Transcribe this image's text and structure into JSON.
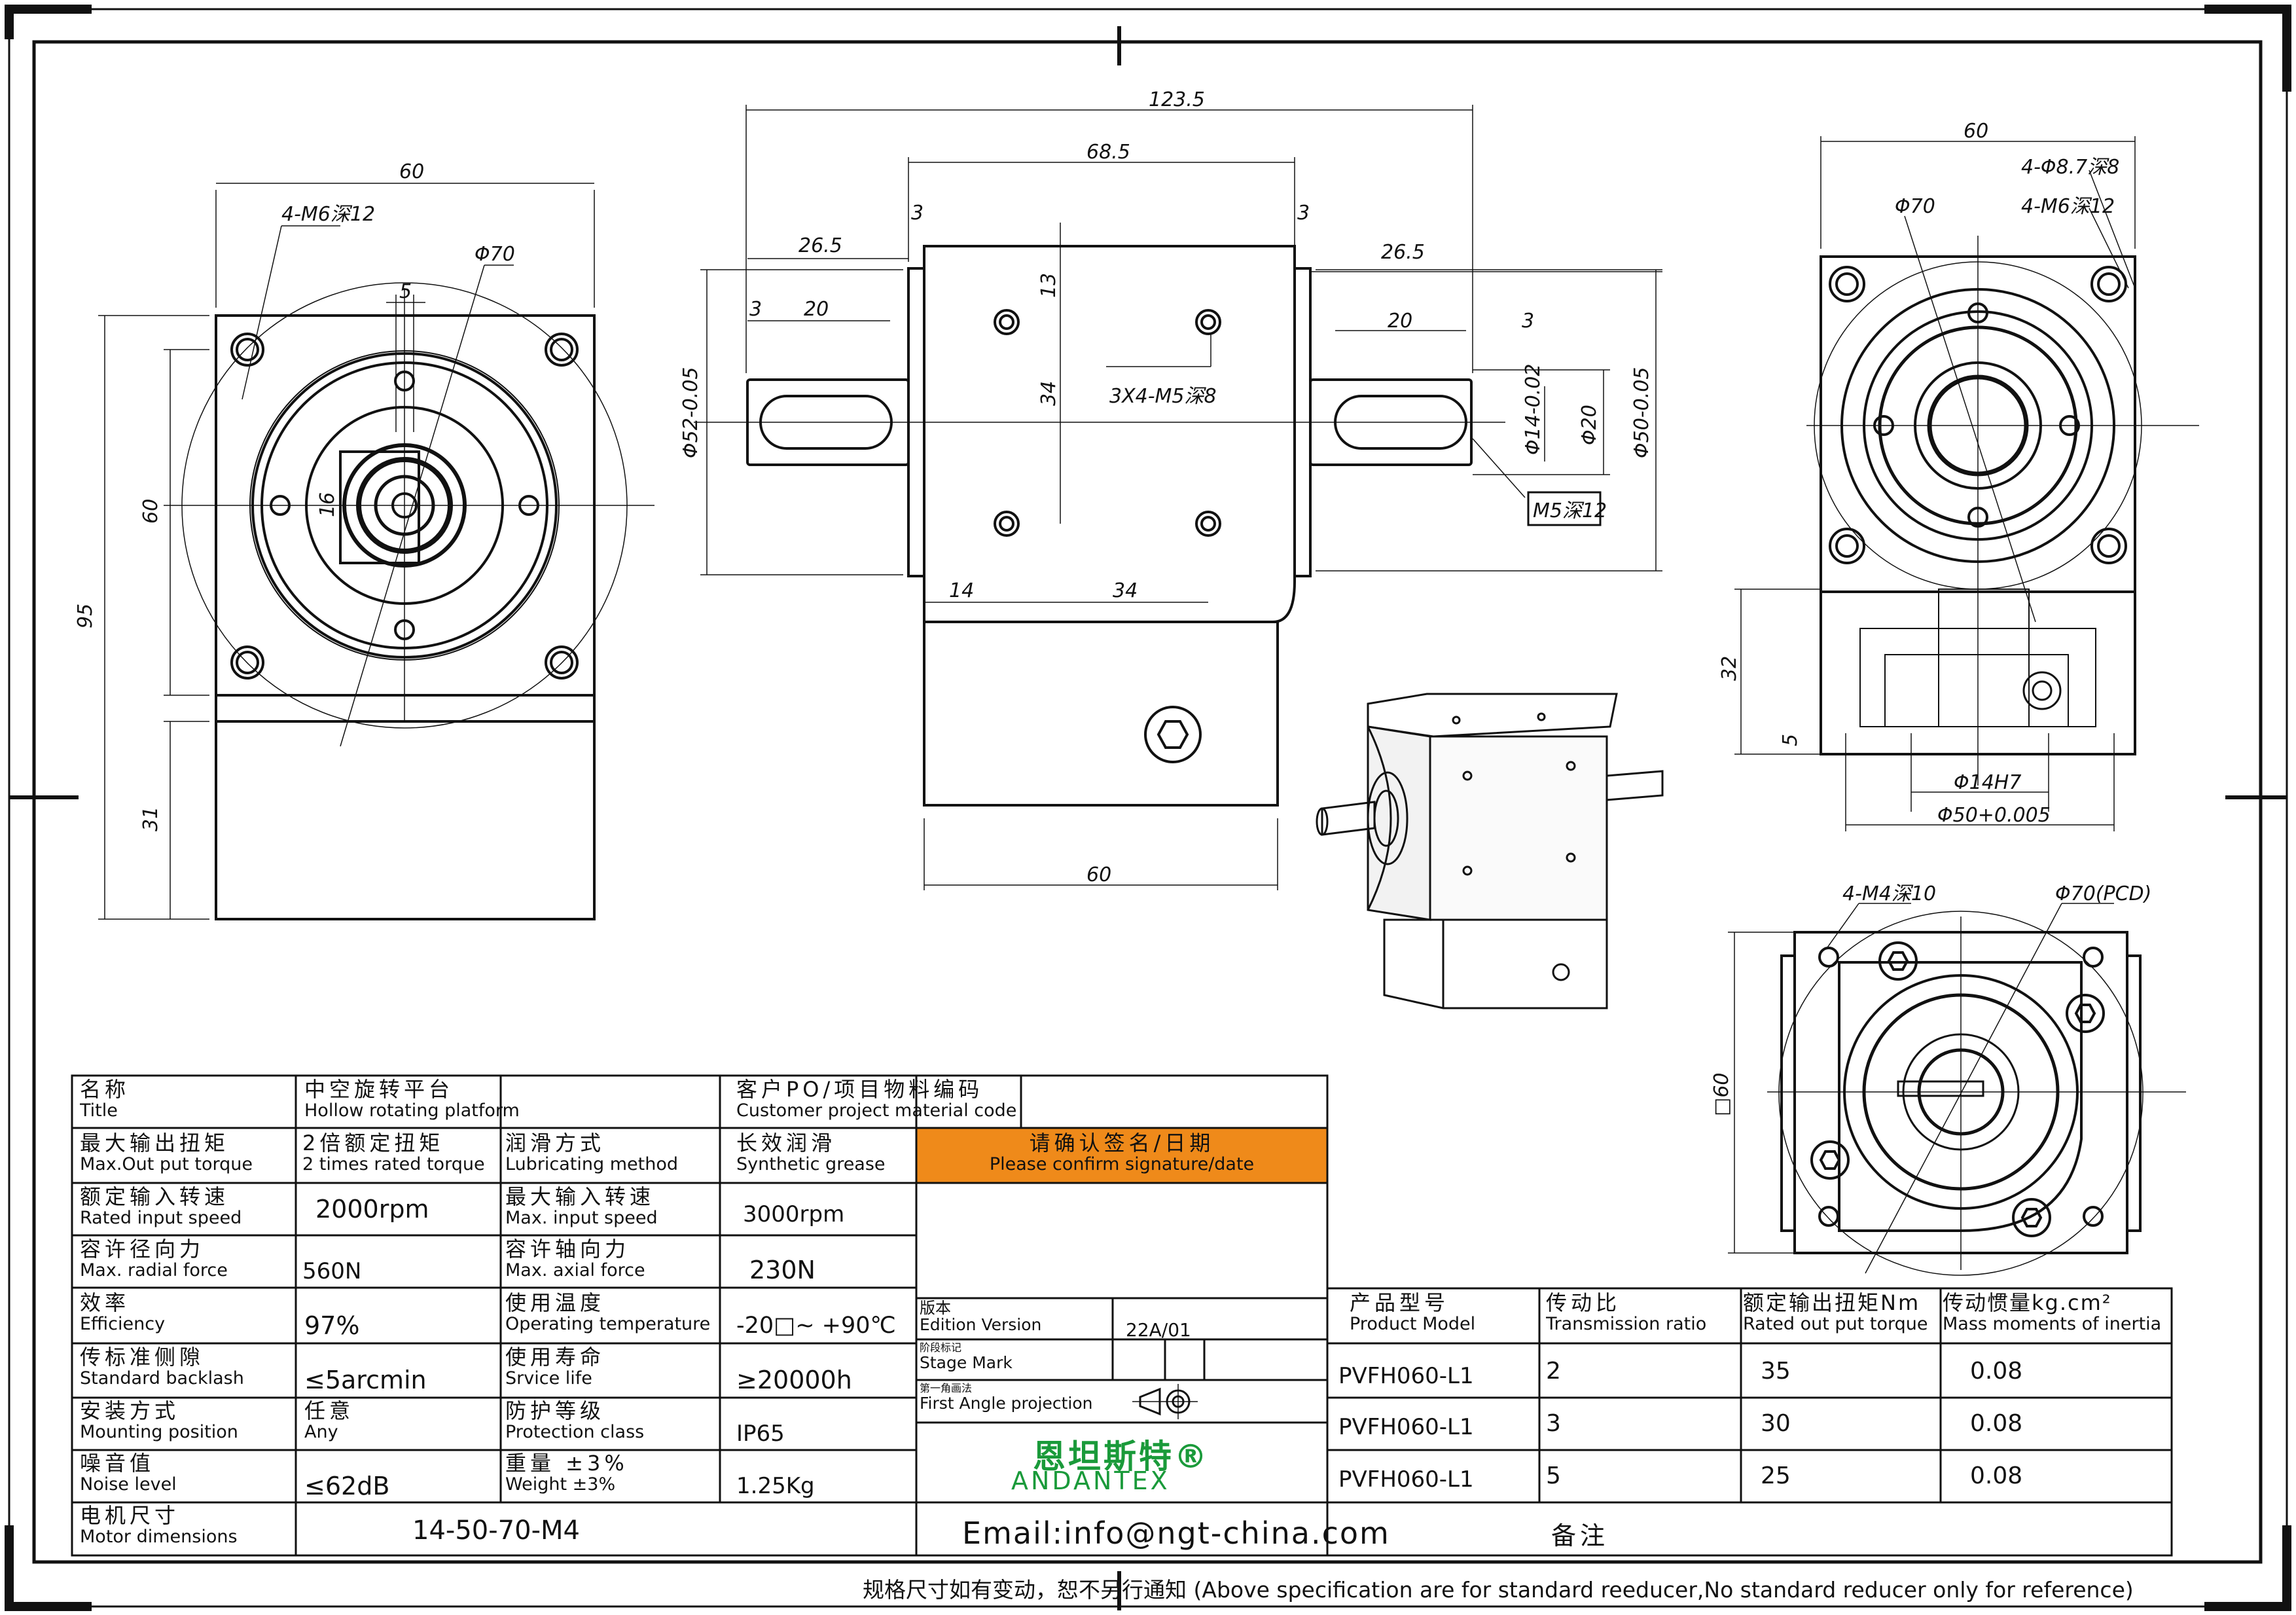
{
  "dims": {
    "front_width": "60",
    "front_m6": "4-M6深12",
    "front_d70": "Φ70",
    "front_5": "5",
    "front_60v": "60",
    "front_16": "16",
    "front_95": "95",
    "front_31": "31",
    "side_1235": "123.5",
    "side_685": "68.5",
    "side_3a": "3",
    "side_3b": "3",
    "side_265a": "26.5",
    "side_265b": "26.5",
    "side_3c": "3",
    "side_20a": "20",
    "side_20b": "20",
    "side_3d": "3",
    "side_13": "13",
    "side_34v": "34",
    "side_3x4": "3X4-M5深8",
    "side_14": "14",
    "side_34h": "34",
    "side_60": "60",
    "side_d52": "Φ52-0.05",
    "side_d14": "Φ14-0.02",
    "side_d20": "Φ20",
    "side_d50": "Φ50-0.05",
    "side_m5": "M5深12",
    "top_60": "60",
    "top_d87": "4-Φ8.7深8",
    "top_m6": "4-M6深12",
    "top_d70": "Φ70",
    "top_32": "32",
    "top_5": "5",
    "top_d14h7": "Φ14H7",
    "top_d50": "Φ50+0.005",
    "bot_m4": "4-M4深10",
    "bot_pcd": "Φ70(PCD)",
    "bot_sq60": "□60"
  },
  "specs": [
    {
      "zh1": "名称",
      "en1": "Title",
      "zh2": "中空旋转平台",
      "en2": "Hollow rotating platform",
      "zh3": "客户PO/项目物料编码",
      "en3": "Customer project material code",
      "v3": ""
    },
    {
      "zh1": "最大输出扭矩",
      "en1": "Max.Out put torque",
      "zh2": "2倍额定扭矩",
      "en2": "2 times rated torque",
      "zh3": "润滑方式",
      "en3": "Lubricating method",
      "zh4": "长效润滑",
      "en4": "Synthetic grease"
    },
    {
      "zh1": "额定输入转速",
      "en1": "Rated input speed",
      "v2": "2000rpm",
      "zh3": "最大输入转速",
      "en3": "Max. input speed",
      "v4": "3000rpm"
    },
    {
      "zh1": "容许径向力",
      "en1": "Max. radial force",
      "v2": "560N",
      "zh3": "容许轴向力",
      "en3": "Max. axial force",
      "v4": "230N"
    },
    {
      "zh1": "效率",
      "en1": "Efficiency",
      "v2": "97%",
      "zh3": "使用温度",
      "en3": "Operating temperature",
      "v4": "-20□~ +90℃"
    },
    {
      "zh1": "传标准侧隙",
      "en1": "Standard backlash",
      "v2": "≤5arcmin",
      "zh3": "使用寿命",
      "en3": "Srvice life",
      "v4": "≥20000h"
    },
    {
      "zh1": "安装方式",
      "en1": "Mounting position",
      "zh2": "任意",
      "en2": "Any",
      "zh3": "防护等级",
      "en3": "Protection class",
      "v4": "IP65"
    },
    {
      "zh1": "噪音值",
      "en1": "Noise level",
      "v2": "≤62dB",
      "zh3": "重量 ±3%",
      "en3": "Weight ±3%",
      "v4": "1.25Kg"
    },
    {
      "zh1": "电机尺寸",
      "en1": "Motor dimensions",
      "v2": "14-50-70-M4"
    }
  ],
  "confirm": {
    "zh": "请确认签名/日期",
    "en": "Please confirm signature/date"
  },
  "edition": {
    "zh": "版本",
    "en": "Edition Version",
    "value": "22A/01"
  },
  "stage": {
    "zh": "阶段标记",
    "en": "Stage Mark"
  },
  "projection": {
    "zh": "第一角画法",
    "en": "First Angle projection"
  },
  "brand": {
    "zh": "恩坦斯特®",
    "en": "ANDANTEX"
  },
  "email": "Email:info@ngt-china.com",
  "models": {
    "headers": [
      {
        "zh": "产品型号",
        "en": "Product Model"
      },
      {
        "zh": "传动比",
        "en": "Transmission ratio"
      },
      {
        "zh": "额定输出扭矩Nm",
        "en": "Rated out put torque"
      },
      {
        "zh": "传动惯量kg.cm²",
        "en": "Mass moments of inertia"
      }
    ],
    "rows": [
      {
        "model": "PVFH060-L1",
        "ratio": "2",
        "torque": "35",
        "inertia": "0.08"
      },
      {
        "model": "PVFH060-L1",
        "ratio": "3",
        "torque": "30",
        "inertia": "0.08"
      },
      {
        "model": "PVFH060-L1",
        "ratio": "5",
        "torque": "25",
        "inertia": "0.08"
      }
    ],
    "remark": "备注"
  },
  "footer": "规格尺寸如有变动，恕不另行通知   (Above specification are for standard reeducer,No standard reducer only for reference)",
  "colors": {
    "confirm_bg": "#ef8a1a",
    "brand": "#1a9a3a",
    "line": "#111111"
  }
}
